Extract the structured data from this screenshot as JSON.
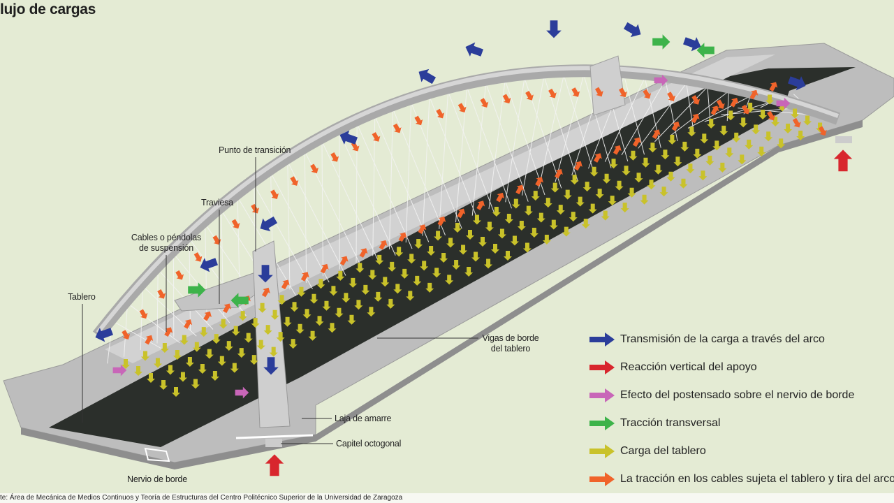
{
  "title": "lujo de cargas",
  "labels": {
    "punto_transicion": "Punto de transición",
    "traviesa": "Traviesa",
    "cables_1": "Cables o péndolas",
    "cables_2": "de suspensión",
    "tablero": "Tablero",
    "vigas_1": "Vigas de borde",
    "vigas_2": "del tablero",
    "laja": "Laja de amarre",
    "capitel": "Capitel octogonal",
    "nervio": "Nervio de borde"
  },
  "legend": [
    {
      "label": "Transmisión de la carga a través del arco",
      "color": "#2b3d9a",
      "icon": "arrow-icon"
    },
    {
      "label": "Reacción vertical del apoyo",
      "color": "#d8262d",
      "icon": "arrow-icon"
    },
    {
      "label": "Efecto del postensado sobre el nervio de borde",
      "color": "#c866b8",
      "icon": "arrow-icon"
    },
    {
      "label": "Tracción transversal",
      "color": "#3db34a",
      "icon": "arrow-icon"
    },
    {
      "label": "Carga del tablero",
      "color": "#c9c22a",
      "icon": "arrow-icon"
    },
    {
      "label": "La tracción en los cables sujeta el tablero y tira del arco",
      "color": "#f0632a",
      "icon": "arrow-icon"
    }
  ],
  "footer": "te: Área de Mecánica de Medios Continuos y Teoría de Estructuras del Centro Politécnico Superior de la Universidad de Zaragoza"
}
